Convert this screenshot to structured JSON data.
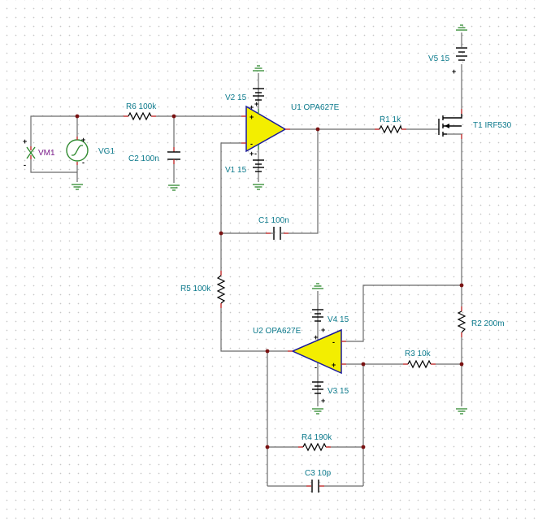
{
  "colors": {
    "wire": "#6b6b6b",
    "ground": "#2f8a2f",
    "label": "#0c7a8c",
    "meter_label": "#7a1a8a",
    "opamp_fill": "#f3ee00",
    "opamp_outline": "#1a1a9c",
    "pin_marker": "#cc1f1f",
    "junction": "#7a1212"
  },
  "components": {
    "vm1": "VM1",
    "vg1": "VG1",
    "r6": "R6 100k",
    "c2": "C2 100n",
    "v2": "V2 15",
    "v1": "V1 15",
    "u1": "U1 OPA627E",
    "r1": "R1 1k",
    "t1": "T1 IRF530",
    "v5": "V5 15",
    "c1": "C1 100n",
    "r5": "R5 100k",
    "v4": "V4 15",
    "u2": "U2 OPA627E",
    "r2": "R2 200m",
    "r3": "R3 10k",
    "v3": "V3 15",
    "r4": "R4 190k",
    "c3": "C3 10p"
  },
  "signs": {
    "plus": "+",
    "minus": "-"
  }
}
